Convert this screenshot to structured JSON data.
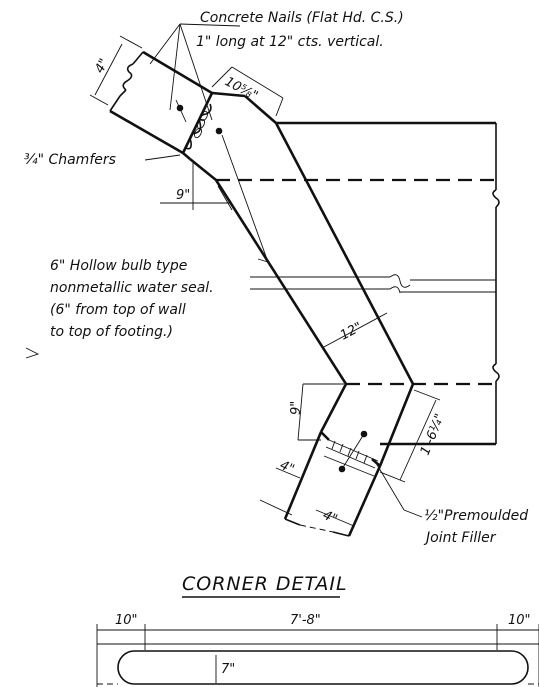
{
  "title": "CORNER DETAIL",
  "callouts": {
    "nails_line1": "Concrete Nails (Flat Hd. C.S.)",
    "nails_line2": "1\" long at 12\" cts. vertical.",
    "chamfers": "¾\" Chamfers",
    "waterseal_line1": "6\" Hollow bulb type",
    "waterseal_line2": "nonmetallic water seal.",
    "waterseal_line3": "(6\" from top of wall",
    "waterseal_line4": "to top of footing.)",
    "filler_line1": "½\"Premoulded",
    "filler_line2": "Joint Filler"
  },
  "dimensions": {
    "top_4": "4\"",
    "top_10_5_8": "10⅝\"",
    "top_9": "9\"",
    "wall_12": "12\"",
    "bot_9": "9\"",
    "bot_1_6_1_4": "1'-6¼\"",
    "bot_4_left": "4\"",
    "bot_4_right": "4\"",
    "section_10_left": "10\"",
    "section_7_8": "7'-8\"",
    "section_10_right": "10\"",
    "section_7": "7\""
  }
}
